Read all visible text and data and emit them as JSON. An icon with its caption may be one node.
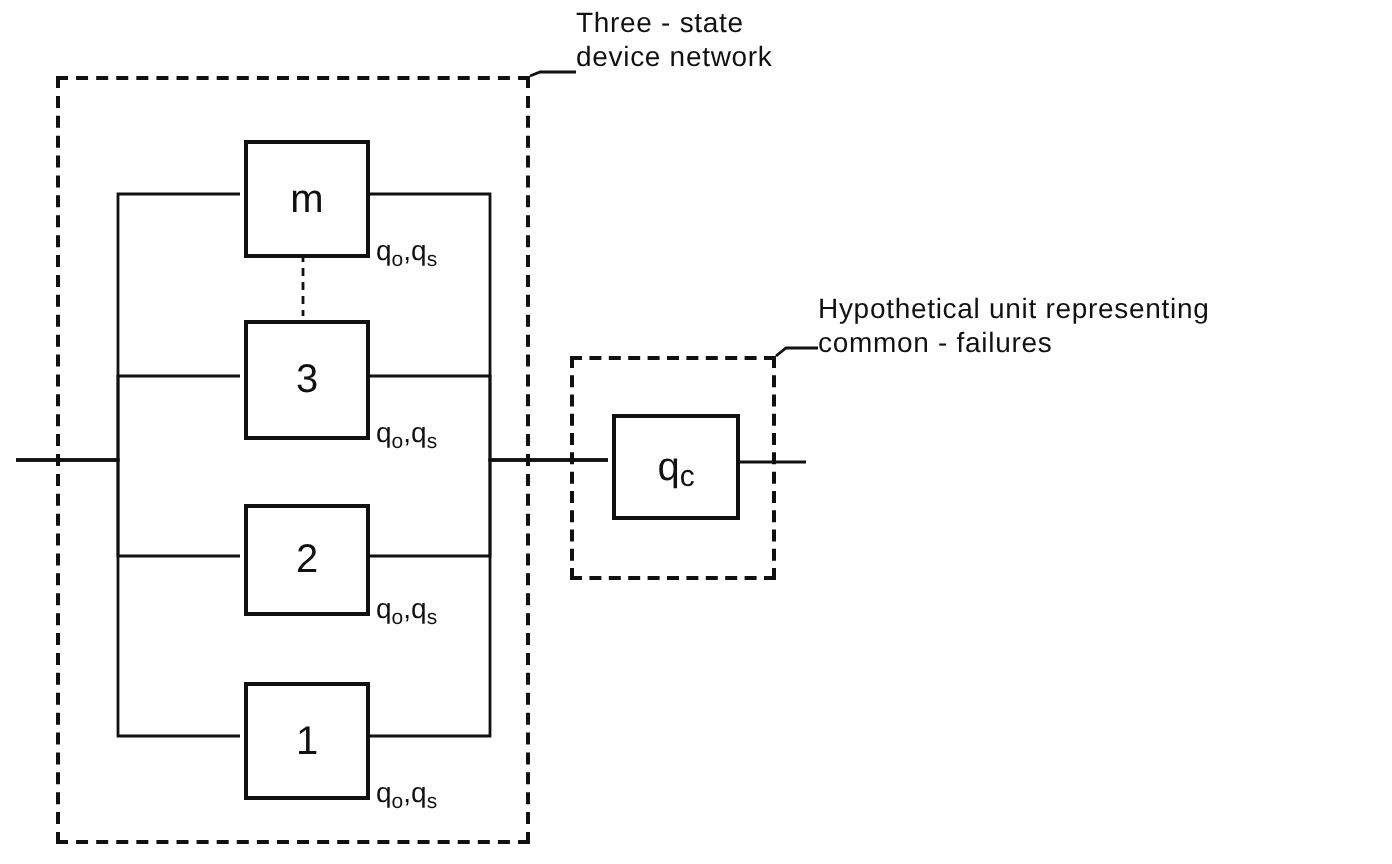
{
  "diagram": {
    "nodes": [
      {
        "text": [],
        "shape": "box"
      },
      {
        "text": [
          "m"
        ],
        "in": 0,
        "beside": [
          "q$_{o}$,q$_{s}$"
        ]
      },
      {
        "text": [
          "3"
        ],
        "in": 0,
        "beside": [
          "q$_{o}$,q$_{s}$"
        ]
      },
      {
        "text": [
          "2"
        ],
        "in": 0,
        "beside": [
          "q$_{o}$,q$_{s}$"
        ]
      },
      {
        "text": [
          "1"
        ],
        "in": 0,
        "beside": [
          "q$_{o}$,q$_{s}$"
        ]
      },
      {
        "text": [
          "Three - state device network"
        ]
      },
      {
        "text": [],
        "shape": "box"
      },
      {
        "text": [
          "q$_{c}$"
        ],
        "in": 6
      },
      {
        "text": [
          "Hypothetical unit representing common - failures"
        ]
      }
    ],
    "edges": [
      {
        "from": null,
        "to": 1,
        "arrow": "none"
      },
      {
        "from": null,
        "to": 2,
        "arrow": "none"
      },
      {
        "from": null,
        "to": 3,
        "arrow": "none"
      },
      {
        "from": null,
        "to": 4,
        "arrow": "none"
      },
      {
        "from": 1,
        "to": 7,
        "arrow": "none"
      },
      {
        "from": 2,
        "to": 7,
        "arrow": "none"
      },
      {
        "from": 3,
        "to": 7,
        "arrow": "none"
      },
      {
        "from": 4,
        "to": 7,
        "arrow": "none"
      },
      {
        "from": 7,
        "to": null,
        "arrow": "none"
      },
      {
        "from": 1,
        "to": 2,
        "arrow": "none",
        "style": "dashed"
      },
      {
        "from": 5,
        "to": 0,
        "arrow": "none"
      },
      {
        "from": 8,
        "to": 6,
        "arrow": "none"
      }
    ]
  }
}
